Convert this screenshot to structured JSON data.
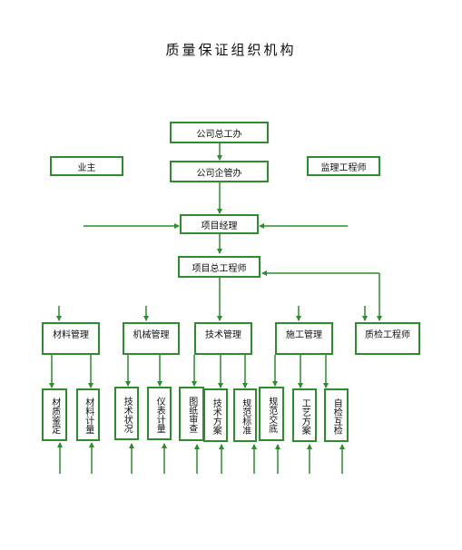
{
  "title": "质量保证组织机构",
  "colors": {
    "line": "#2e8b2e",
    "text": "#111111",
    "background": "#ffffff"
  },
  "nodes": {
    "company_chief_engineer_office": "公司总工办",
    "owner": "业主",
    "company_management_office": "公司企管办",
    "supervising_engineer": "监理工程师",
    "project_manager": "项目经理",
    "project_chief_engineer": "项目总工程师"
  },
  "departments": {
    "materials": "材料管理",
    "machinery": "机械管理",
    "technology": "技术管理",
    "construction": "施工管理",
    "quality": "质检工程师"
  },
  "leaves": {
    "material_inspection": "材质鉴定",
    "material_metering": "材料计量",
    "technical_condition": "技术状况",
    "instrument_metering": "仪表计量",
    "drawing_review": "图纸审查",
    "technical_plan": "技术方案",
    "code_standards": "规范标准",
    "spec_briefing": "规范交底",
    "process_plan": "工艺方案",
    "self_mutual_check": "自检互检"
  }
}
